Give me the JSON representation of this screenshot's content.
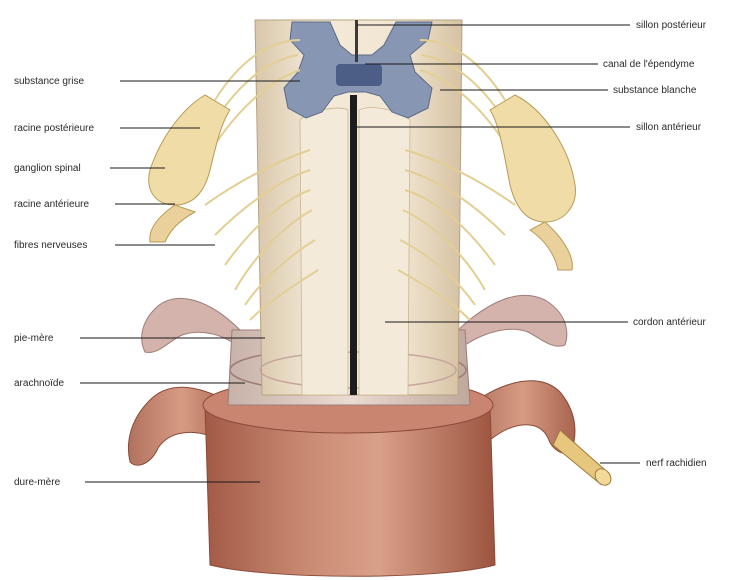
{
  "figure": {
    "labels_left": [
      "substance grise",
      "racine postérieure",
      "ganglion spinal",
      "racine antérieure",
      "fibres nerveuses",
      "pie-mère",
      "arachnoïde",
      "dure-mère"
    ],
    "labels_right": [
      "sillon postérieur",
      "canal de l'épendyme",
      "substance blanche",
      "sillon antérieur",
      "cordon antérieur",
      "nerf rachidien"
    ]
  },
  "colors": {
    "grey_matter": "#8796b2",
    "white_matter": "#efe3cf",
    "nerve_fibres": "#e8d5a0",
    "dura": "#b7705a",
    "pia": "#c9a3a3"
  }
}
